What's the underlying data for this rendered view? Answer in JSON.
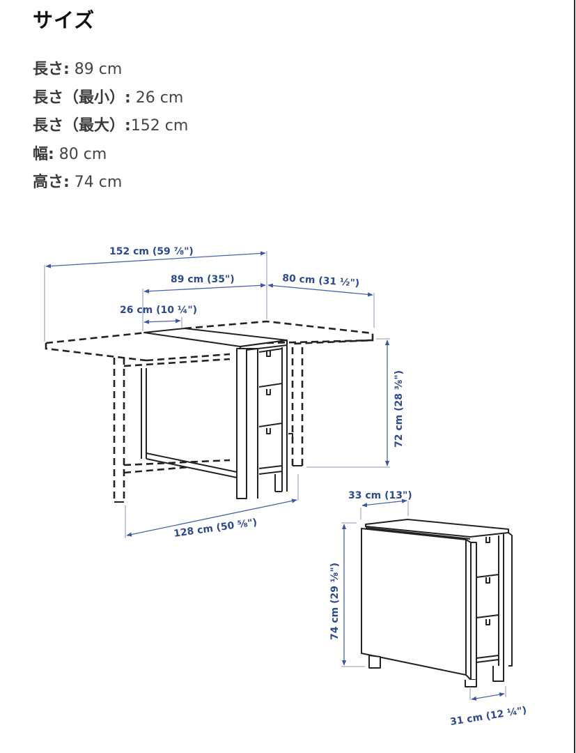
{
  "title": "サイズ",
  "specs": [
    {
      "label": "長さ:",
      "value": " 89 cm"
    },
    {
      "label": "長さ（最小）:",
      "value": " 26 cm"
    },
    {
      "label": "長さ（最大）:",
      "value": "152 cm"
    },
    {
      "label": "幅:",
      "value": " 80 cm"
    },
    {
      "label": "高さ:",
      "value": " 74 cm"
    }
  ],
  "diagram": {
    "colors": {
      "dimension_text": "#2d4a8c",
      "dimension_line": "#4a64a8",
      "drawing_line": "#222222"
    },
    "unfolded_table": {
      "max_length": "152 cm (59 ⅞\")",
      "length": "89 cm (35\")",
      "width": "80 cm (31 ½\")",
      "min_length": "26 cm (10 ¼\")",
      "height": "72 cm (28 ⅜\")",
      "leg_span": "128 cm (50 ⅝\")"
    },
    "folded_table": {
      "top_depth": "33 cm (13\")",
      "height": "74 cm (29 ⅛\")",
      "base_depth": "31 cm (12 ¼\")"
    }
  }
}
